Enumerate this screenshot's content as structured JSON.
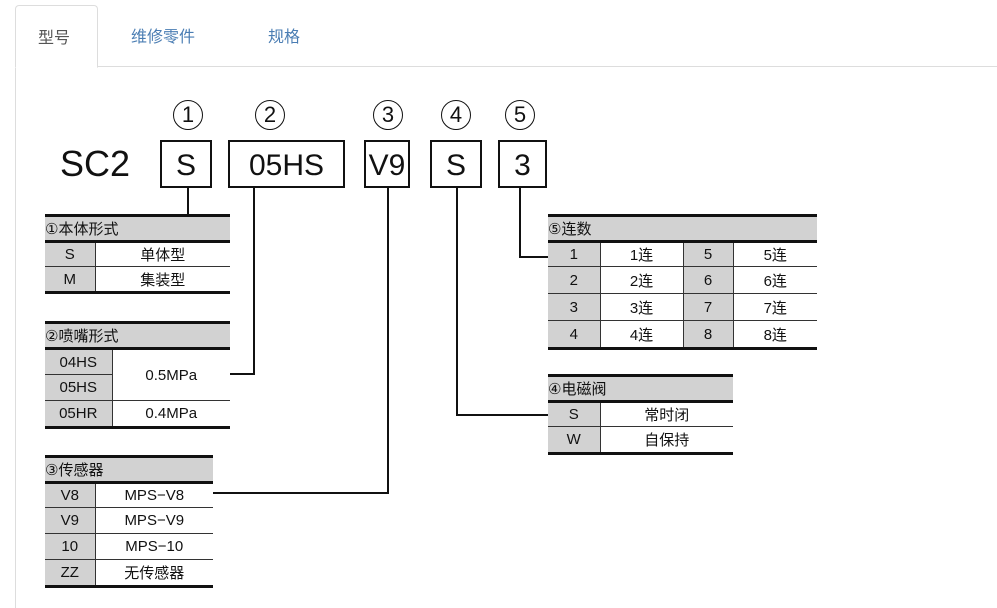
{
  "tabs": [
    {
      "label": "型号",
      "active": true
    },
    {
      "label": "维修零件",
      "active": false
    },
    {
      "label": "规格",
      "active": false
    }
  ],
  "model": {
    "prefix": "SC2",
    "positions": [
      {
        "num": "1",
        "code": "S"
      },
      {
        "num": "2",
        "code": "05HS"
      },
      {
        "num": "3",
        "code": "V9"
      },
      {
        "num": "4",
        "code": "S"
      },
      {
        "num": "5",
        "code": "3"
      }
    ]
  },
  "table_body": {
    "title": "①本体形式",
    "rows": [
      {
        "code": "S",
        "desc": "单体型"
      },
      {
        "code": "M",
        "desc": "集装型"
      }
    ]
  },
  "table_nozzle": {
    "title": "②喷嘴形式",
    "rows": [
      {
        "code": "04HS",
        "desc": "0.5MPa"
      },
      {
        "code": "05HS",
        "desc": "0.5MPa"
      },
      {
        "code": "05HR",
        "desc": "0.4MPa"
      }
    ]
  },
  "table_sensor": {
    "title": "③传感器",
    "rows": [
      {
        "code": "V8",
        "desc": "MPS−V8"
      },
      {
        "code": "V9",
        "desc": "MPS−V9"
      },
      {
        "code": "10",
        "desc": "MPS−10"
      },
      {
        "code": "ZZ",
        "desc": "无传感器"
      }
    ]
  },
  "table_valve": {
    "title": "④电磁阀",
    "rows": [
      {
        "code": "S",
        "desc": "常时闭"
      },
      {
        "code": "W",
        "desc": "自保持"
      }
    ]
  },
  "table_stations": {
    "title": "⑤连数",
    "rows": [
      {
        "code": "1",
        "desc": "1连",
        "code2": "5",
        "desc2": "5连"
      },
      {
        "code": "2",
        "desc": "2连",
        "code2": "6",
        "desc2": "6连"
      },
      {
        "code": "3",
        "desc": "3连",
        "code2": "7",
        "desc2": "7连"
      },
      {
        "code": "4",
        "desc": "4连",
        "code2": "8",
        "desc2": "8连"
      }
    ]
  }
}
